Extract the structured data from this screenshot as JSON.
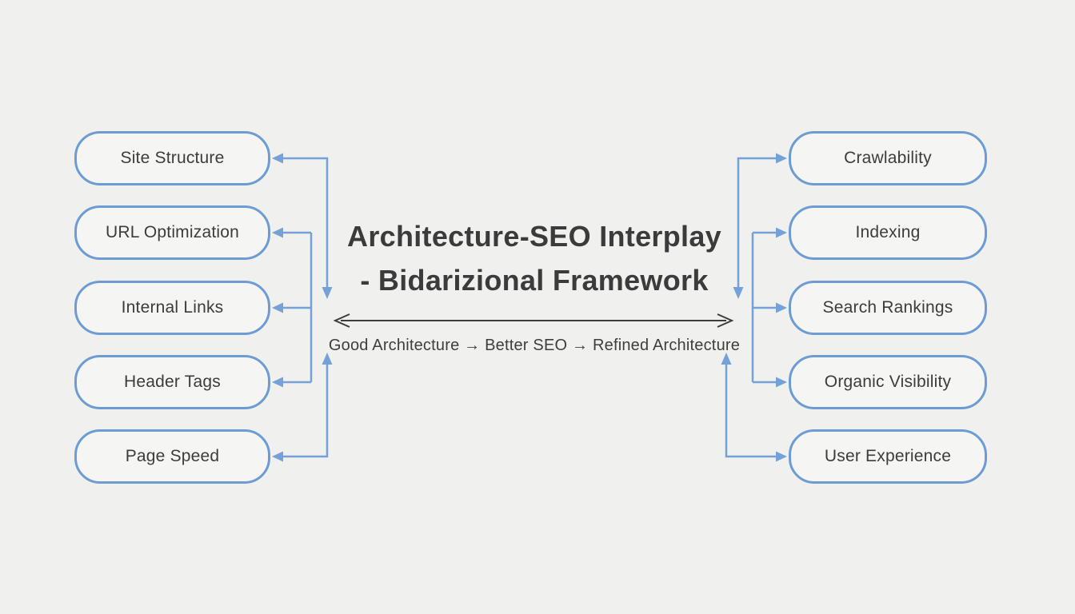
{
  "diagram": {
    "title_line1": "Architecture-SEO Interplay",
    "title_line2": "- Bidarizional Framework",
    "cycle_label": "Good Architecture → Better SEO → Refined Architecture",
    "left_nodes": [
      {
        "label": "Site Structure"
      },
      {
        "label": "URL Optimization"
      },
      {
        "label": "Internal Links"
      },
      {
        "label": "Header Tags"
      },
      {
        "label": "Page Speed"
      }
    ],
    "right_nodes": [
      {
        "label": "Crawlability"
      },
      {
        "label": "Indexing"
      },
      {
        "label": "Search Rankings"
      },
      {
        "label": "Organic Visibility"
      },
      {
        "label": "User Experience"
      }
    ],
    "colors": {
      "background": "#f0f0ee",
      "node_fill": "#f5f5f3",
      "node_border": "#6d9cd3",
      "connector_blue": "#74a2d8",
      "arrow_dark": "#3d3d3d",
      "text": "#3c3c3c"
    }
  }
}
